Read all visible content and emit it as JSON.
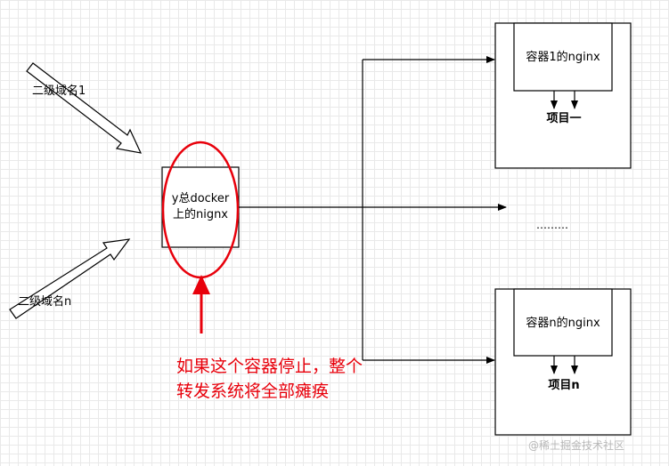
{
  "diagram": {
    "subdomain_1_label": "二级域名1",
    "subdomain_n_label": "二级域名n",
    "main_nginx_label": "y总docker\n上的nignx",
    "container_1": {
      "inner_label": "容器1的nginx",
      "project_label": "项目一"
    },
    "container_n": {
      "inner_label": "容器n的nginx",
      "project_label": "项目n"
    },
    "ellipsis": "………",
    "warning_text": "如果这个容器停止，整个\n转发系统将全部瘫痪",
    "watermark": "@稀土掘金技术社区"
  },
  "colors": {
    "stroke": "#000000",
    "highlight": "#e8000b",
    "watermark": "#b8b8b8"
  }
}
